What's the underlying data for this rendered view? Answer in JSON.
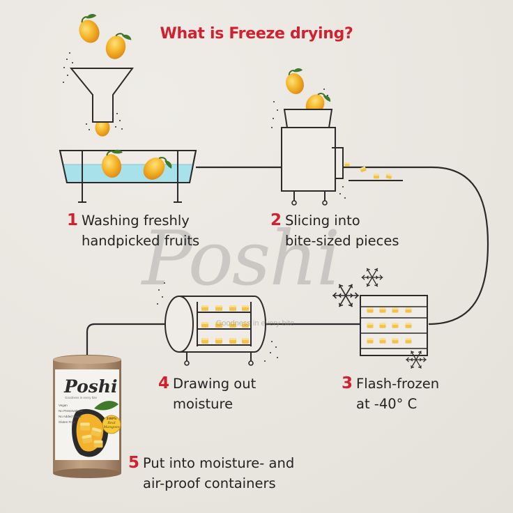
{
  "title": "What is Freeze drying?",
  "steps": [
    {
      "number": "1",
      "line1": "Washing freshly",
      "line2": "handpicked fruits"
    },
    {
      "number": "2",
      "line1": "Slicing into",
      "line2": "bite-sized pieces"
    },
    {
      "number": "3",
      "line1": "Flash-frozen",
      "line2": "at -40° C"
    },
    {
      "number": "4",
      "line1": "Drawing out",
      "line2": "moisture"
    },
    {
      "number": "5",
      "line1": "Put into moisture- and",
      "line2": "air-proof containers"
    }
  ],
  "watermark": {
    "brand": "Poshi",
    "tagline": "Goodness in every bite"
  },
  "product": {
    "brand": "Poshi",
    "tagline": "Goodness in every bite",
    "features": [
      "Vegan",
      "No Preservatives",
      "No Added Sugar",
      "Gluten Free"
    ],
    "badge_line1": "100%",
    "badge_line2": "Real",
    "badge_line3": "Mangoes"
  },
  "colors": {
    "accent": "#d3202f",
    "mango": "#f2a91c",
    "water": "#a9e1ea",
    "line": "#2a2a2a",
    "background": "#ebe7e1"
  }
}
